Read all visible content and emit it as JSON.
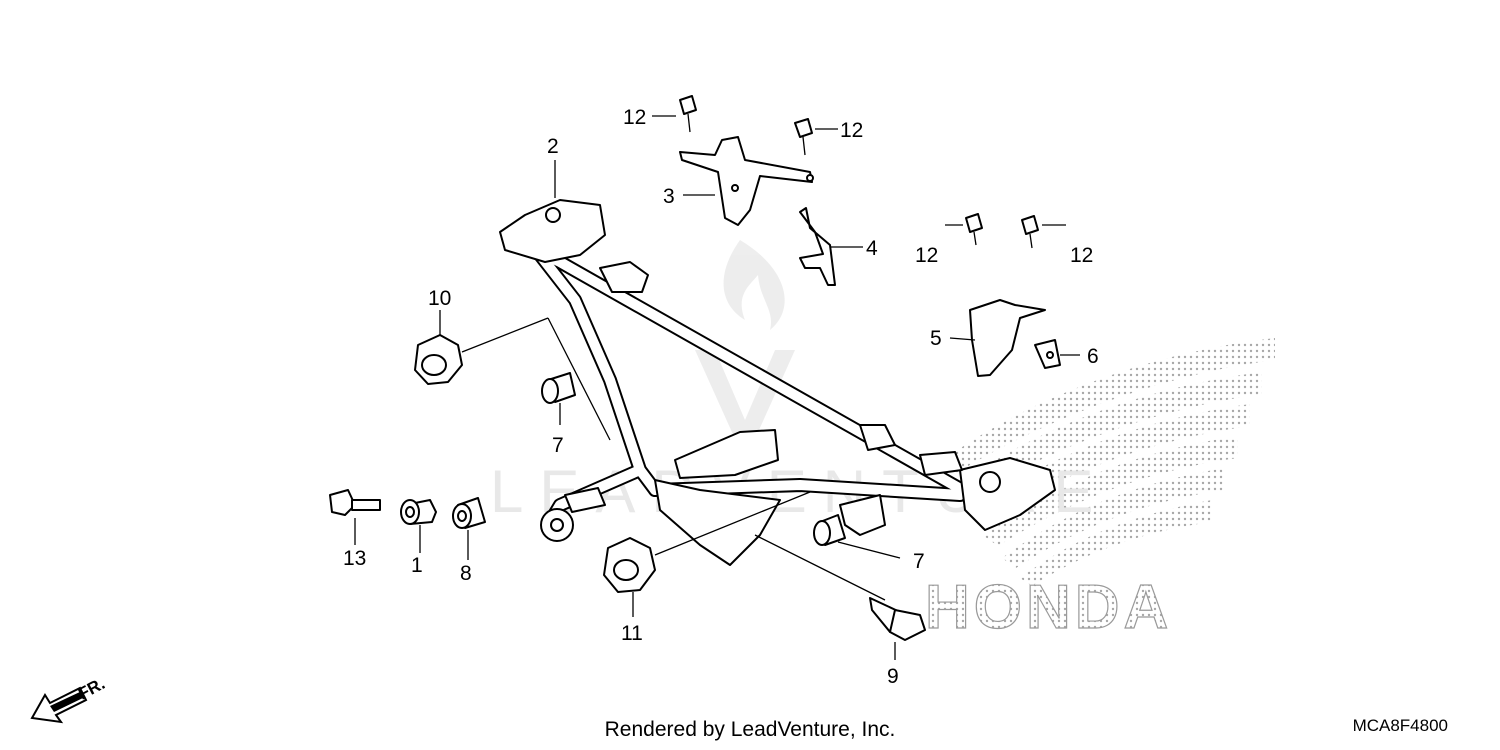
{
  "diagram": {
    "callouts": [
      "1",
      "2",
      "3",
      "4",
      "5",
      "6",
      "7",
      "7",
      "8",
      "9",
      "10",
      "11",
      "12",
      "12",
      "12",
      "12",
      "13"
    ],
    "brand_logo_text": "HONDA",
    "watermark_text": "LEADVENTURE",
    "direction_label": "FR."
  },
  "footer": {
    "credit": "Rendered by LeadVenture, Inc.",
    "diagram_code": "MCA8F4800"
  }
}
